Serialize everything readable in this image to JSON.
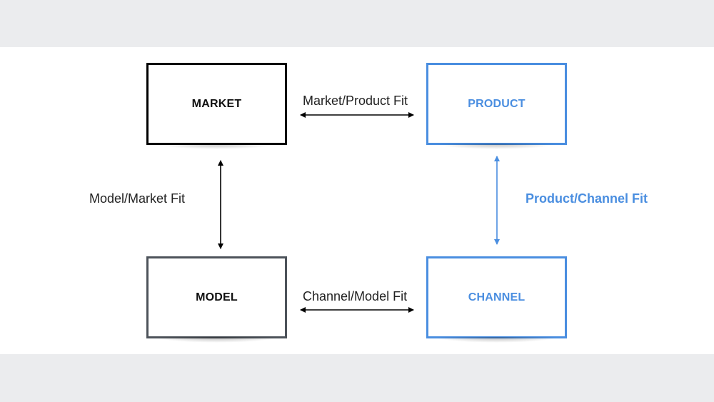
{
  "boxes": {
    "market": "MARKET",
    "product": "PRODUCT",
    "model": "MODEL",
    "channel": "CHANNEL"
  },
  "fits": {
    "market_product": "Market/Product Fit",
    "channel_model": "Channel/Model Fit",
    "model_market": "Model/Market Fit",
    "product_channel": "Product/Channel Fit"
  },
  "colors": {
    "black": "#000000",
    "blue_accent": "#4a8ee0",
    "dark_gray": "#4d535a",
    "background": "#ebecee"
  }
}
